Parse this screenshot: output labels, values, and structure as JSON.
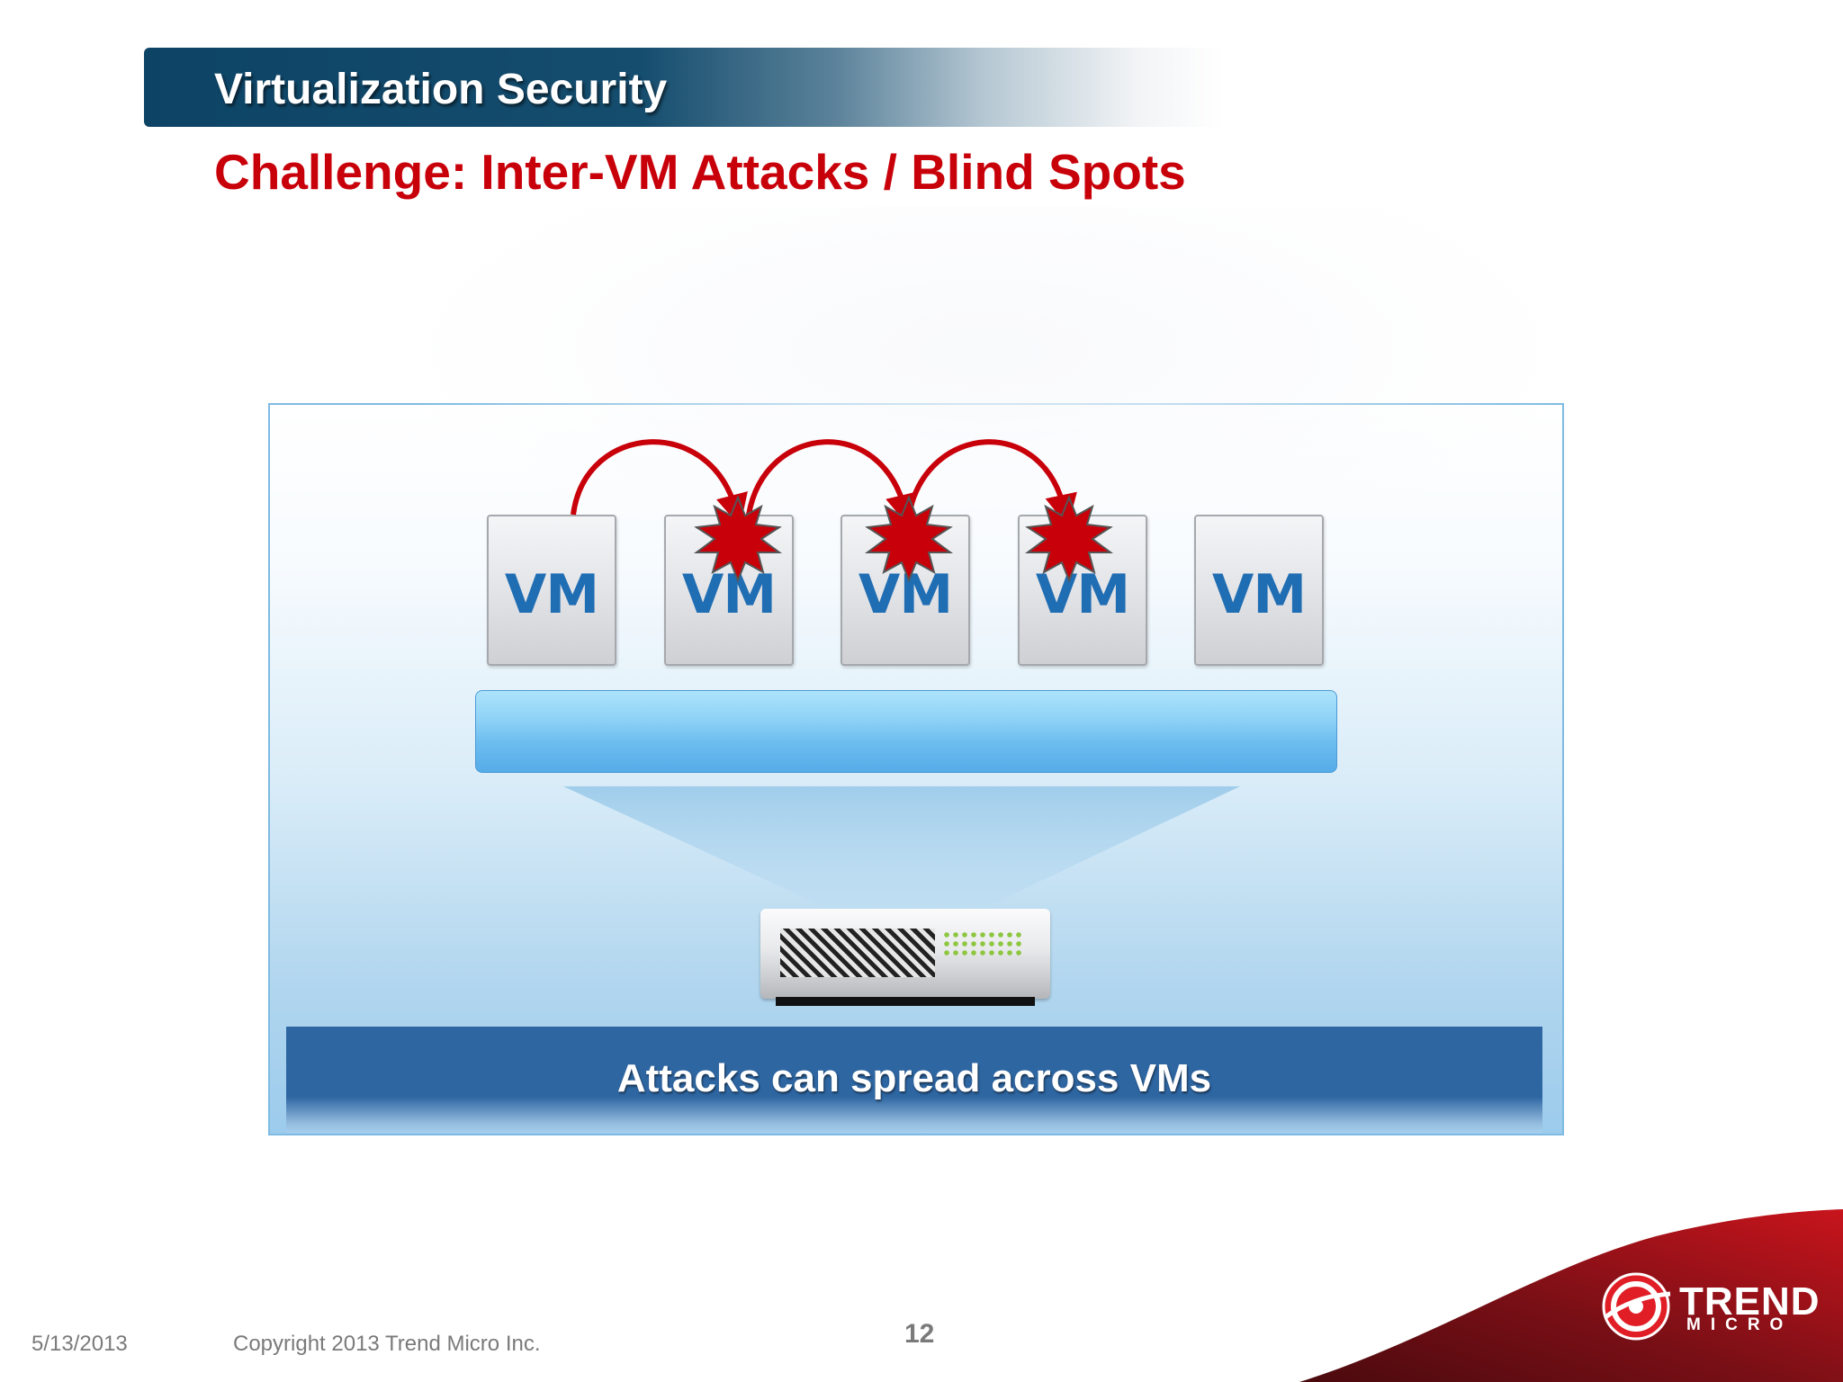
{
  "header": {
    "section_title": "Virtualization Security",
    "slide_title": "Challenge: Inter-VM Attacks / Blind Spots"
  },
  "diagram": {
    "vms": [
      {
        "label": "VM",
        "infected": false
      },
      {
        "label": "VM",
        "infected": true
      },
      {
        "label": "VM",
        "infected": true
      },
      {
        "label": "VM",
        "infected": true
      },
      {
        "label": "VM",
        "infected": false
      }
    ],
    "caption": "Attacks can spread across VMs",
    "colors": {
      "attack": "#c8000a",
      "vm_label": "#1f6db3",
      "caption_bar": "#2e66a2",
      "hypervisor": "#6bbcef"
    },
    "icons": [
      "attack-arrow-icon",
      "explosion-burst-icon",
      "server-appliance-icon"
    ]
  },
  "footer": {
    "date": "5/13/2013",
    "copyright": "Copyright 2013 Trend Micro Inc.",
    "page_number": "12"
  },
  "logo": {
    "line1": "TREND",
    "line2": "MICRO"
  }
}
